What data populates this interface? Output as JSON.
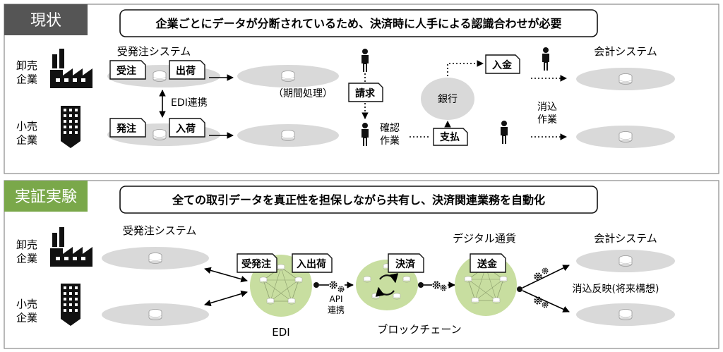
{
  "current": {
    "tag": "現状",
    "headline": "企業ごとにデータが分断されているため、決済時に人手による認識合わせが必要",
    "wholesale": "卸売\n企業",
    "retail": "小売\n企業",
    "order_system": "受発注システム",
    "order_recv": "受注",
    "ship": "出荷",
    "order_place": "発注",
    "receive": "入荷",
    "edi_link": "EDI連携",
    "period": "（期間処理）",
    "invoice": "請求",
    "confirm": "確認\n作業",
    "bank": "銀行",
    "deposit": "入金",
    "payment": "支払",
    "reconcile": "消込\n作業",
    "accounting": "会計システム"
  },
  "pilot": {
    "tag": "実証実験",
    "headline": "全ての取引データを真正性を担保しながら共有し、決済関連業務を自動化",
    "wholesale": "卸売\n企業",
    "retail": "小売\n企業",
    "order_system": "受発注システム",
    "order_mgmt": "受発注",
    "in_out": "入出荷",
    "api": "API\n連携",
    "settlement": "決済",
    "digital_currency": "デジタル通貨",
    "remit": "送金",
    "accounting": "会計システム",
    "reconcile_future": "消込反映(将来構想)",
    "edi": "EDI",
    "blockchain": "ブロックチェーン"
  },
  "colors": {
    "current_tag": "#555555",
    "pilot_tag": "#7aa84a",
    "node_fill": "#c8dea0",
    "disk_fill": "#d9d9d9"
  }
}
